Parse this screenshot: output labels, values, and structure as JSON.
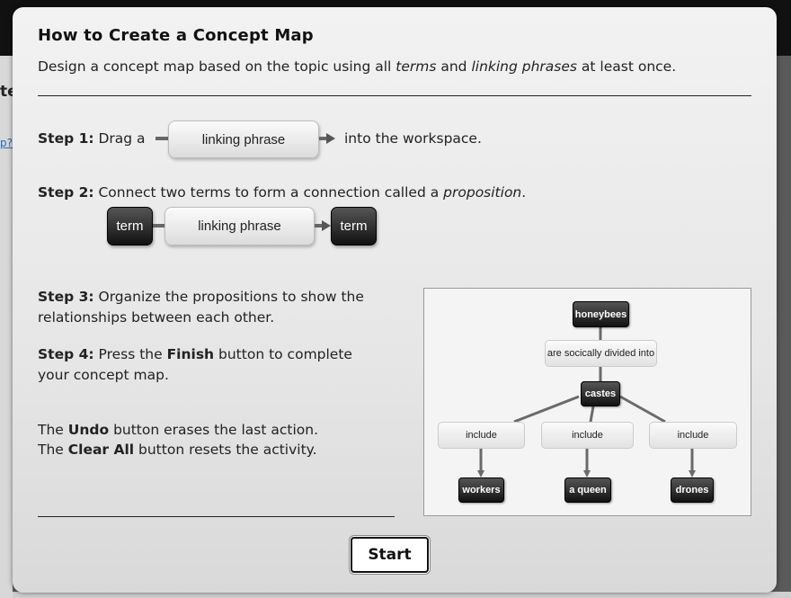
{
  "background": {
    "fragment_heading": "te",
    "fragment_link": "p?"
  },
  "modal": {
    "title": "How to Create a Concept Map",
    "intro": {
      "before": "Design a concept map based on the topic using all ",
      "terms": "terms",
      "middle": " and ",
      "linking": "linking phrases",
      "after": " at least once."
    },
    "step1": {
      "label": "Step 1:",
      "before": " Drag a",
      "pill": "linking phrase",
      "after": "into the workspace."
    },
    "step2": {
      "label": "Step 2:",
      "text": " Connect two terms to form a connection called a ",
      "italic": "proposition",
      "end": ".",
      "term_left": "term",
      "pill": "linking phrase",
      "term_right": "term"
    },
    "step3": {
      "label": "Step 3:",
      "line1": " Organize the propositions to show the",
      "line2": "relationships between each other."
    },
    "step4": {
      "label": "Step 4:",
      "pre": " Press the ",
      "bold": "Finish",
      "post": " button to complete",
      "line2": "your concept map."
    },
    "undo_note": {
      "pre": "The ",
      "bold": "Undo",
      "post": " button erases the last action."
    },
    "clear_note": {
      "pre": "The ",
      "bold": "Clear All",
      "post": " button resets the activity."
    },
    "example_map": {
      "root": "honeybees",
      "link1": "are socically divided into",
      "mid": "castes",
      "links": [
        "include",
        "include",
        "include"
      ],
      "leaves": [
        "workers",
        "a queen",
        "drones"
      ]
    },
    "start_label": "Start"
  },
  "colors": {
    "term_bg": "#1a1a1a",
    "phrase_bg": "#e8e8e8",
    "connector": "#666666"
  }
}
